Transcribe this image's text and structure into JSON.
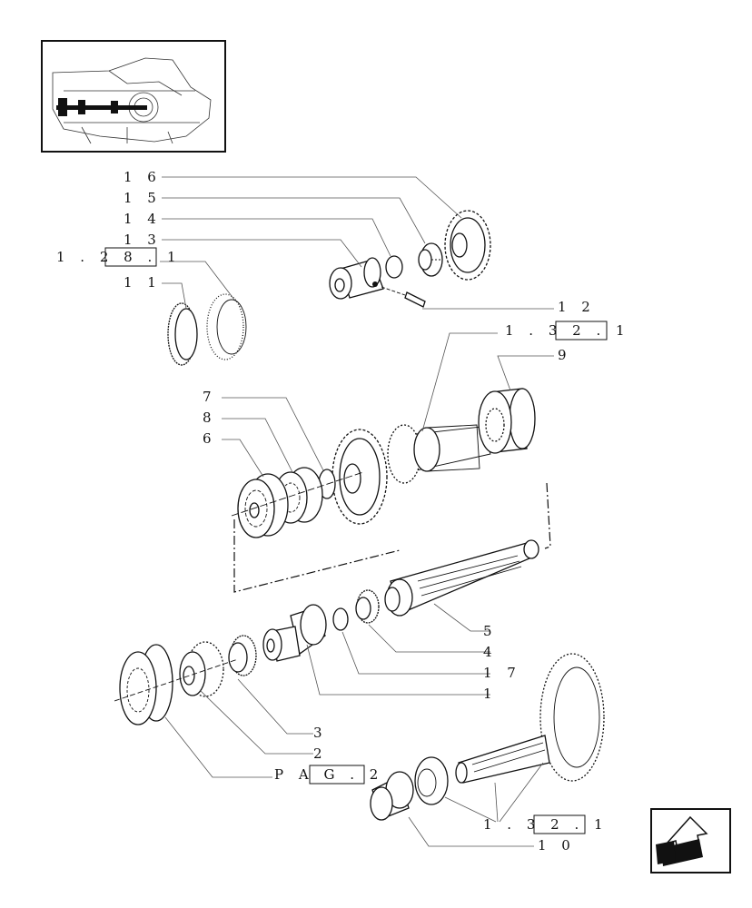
{
  "labels": {
    "l16": "1 6",
    "l15": "1 5",
    "l14": "1 4",
    "l13": "1 3",
    "l11": "1 1",
    "l12": "1 2",
    "l9": "9",
    "l7": "7",
    "l8": "8",
    "l6": "6",
    "l5": "5",
    "l4": "4",
    "l17": "1 7",
    "l1": "1",
    "l3": "3",
    "l2": "2",
    "l10": "1 0"
  },
  "references": {
    "ref_1_28_1": "1 . 2 8 . 1",
    "ref_1_32_1_top": "1 . 3 2 . 1",
    "ref_pag_2": "P A G . 2",
    "ref_1_32_1_bottom": "1 . 3 2 . 1"
  },
  "icons": {
    "nav": "arrow-back-icon"
  }
}
